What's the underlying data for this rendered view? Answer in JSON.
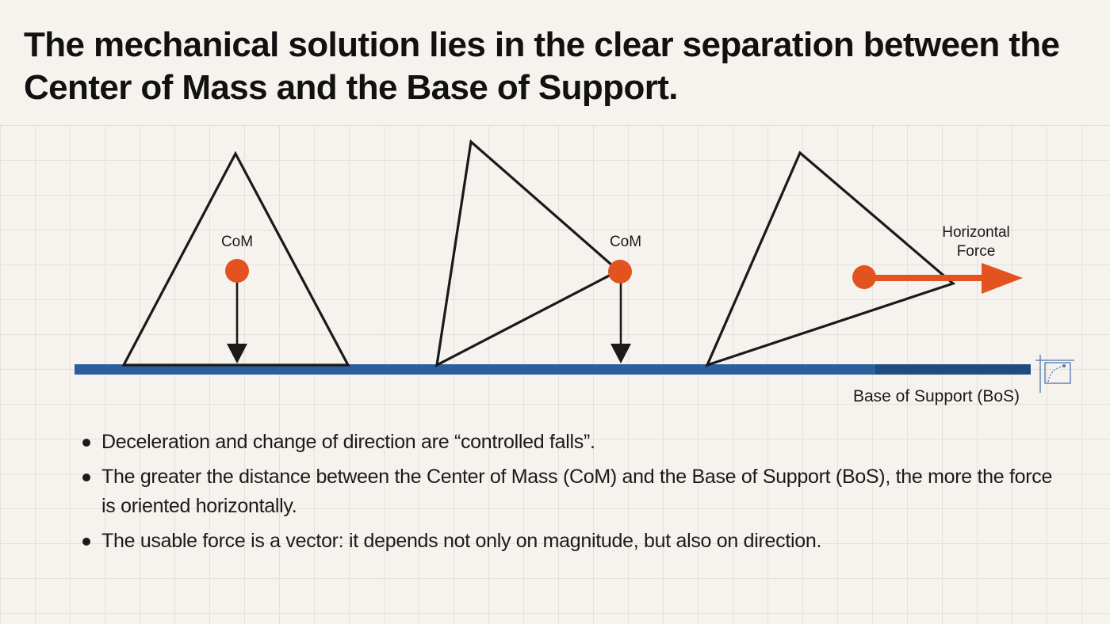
{
  "title": "The mechanical solution lies in the clear separation between the Center of Mass and the Base of Support.",
  "diagram": {
    "com_label_1": "CoM",
    "com_label_2": "CoM",
    "force_label_line1": "Horizontal",
    "force_label_line2": "Force",
    "base_label": "Base of Support (BoS)"
  },
  "bullets": [
    "Deceleration and change of direction are “controlled falls”.",
    "The greater the distance between the Center of Mass (CoM) and the Base of Support (BoS), the more the force is oriented horizontally.",
    "The usable force is a vector: it depends not only on magnitude, but also on direction."
  ],
  "colors": {
    "background": "#f6f3ee",
    "base_line": "#2a5f9e",
    "com_dot": "#e2531f",
    "outline": "#1a1a1a"
  }
}
